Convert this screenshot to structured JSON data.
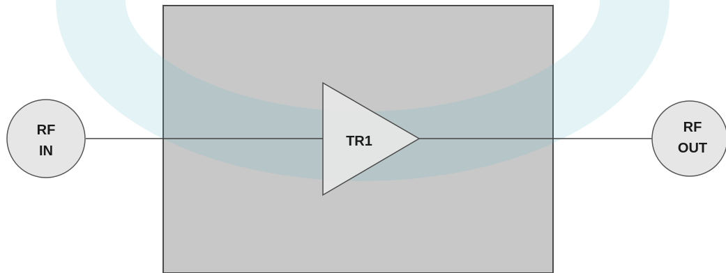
{
  "diagram": {
    "input_port": {
      "line1": "RF",
      "line2": "IN"
    },
    "output_port": {
      "line1": "RF",
      "line2": "OUT"
    },
    "amplifier": {
      "label": "TR1"
    }
  },
  "colors": {
    "background": "#ffffff",
    "watermark": "#5cbcc8",
    "module_fill": "#c8c8c8",
    "module_stroke": "#4a4a4a",
    "port_fill": "#e6e6e6",
    "port_stroke": "#555555",
    "wire": "#444444",
    "amplifier_fill": "#e8e8e8",
    "text": "#1a1a1a"
  }
}
